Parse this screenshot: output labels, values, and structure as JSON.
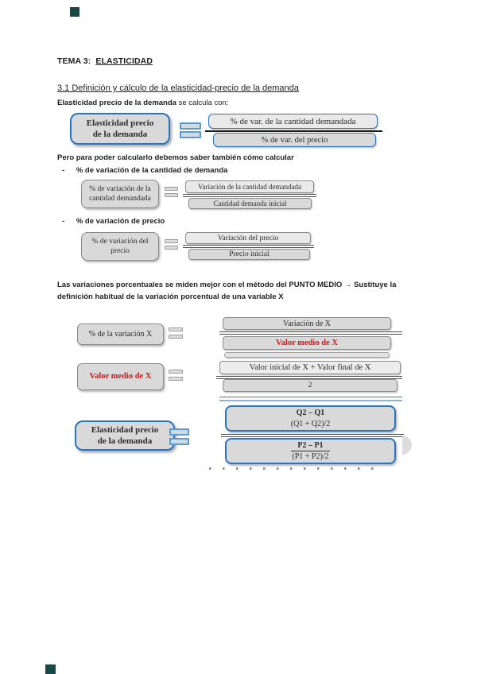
{
  "colors": {
    "accent_blue": "#2776c6",
    "box_gray": "#d9d9d9",
    "highlight_red": "#e01010",
    "corner_teal": "#174a45"
  },
  "header": {
    "course_title_prefix": "TEMA 3:",
    "course_title_topic": "ELASTICIDAD",
    "section_heading": "3.1 Definición y cálculo de la elasticidad-precio de la demanda",
    "intro_bold": "Elasticidad precio de la demanda",
    "intro_rest": " se calcula con:"
  },
  "body": {
    "connector_text": "Pero para poder calcularlo debemos saber también cómo calcular",
    "bullet_dash": "-",
    "bullets": [
      "% de variación de la cantidad de demanda",
      "% de variación de precio"
    ],
    "midpoint_note_line1": "Las variaciones porcentuales se miden mejor con el método del PUNTO MEDIO → Sustituye la",
    "midpoint_note_line2": "definición habitual de la variación porcentual de una variable X"
  },
  "formulas": {
    "elasticity_demand": {
      "concept_line1": "Elasticidad precio",
      "concept_line2": "de la demanda",
      "numerator": "% de var. de la cantidad demandada",
      "denominator": "% de var. del precio"
    },
    "pct_var_quantity": {
      "concept_line1": "% de variación de la",
      "concept_line2": "cantidad demandada",
      "numerator": "Variación de la cantidad demandada",
      "denominator": "Cantidad demanda inicial"
    },
    "pct_var_price": {
      "concept_line1": "% de variación del",
      "concept_line2": "precio",
      "numerator": "Variación del precio",
      "denominator": "Precio inicial"
    },
    "pct_var_x": {
      "concept": "% de la variación X",
      "numerator": "Variación de X",
      "denominator": "Valor medio de X"
    },
    "mean_value_x": {
      "concept": "Valor medio de X",
      "numerator": "Valor inicial de X + Valor final de X",
      "denominator": "2"
    },
    "elasticity_midpoint": {
      "concept_line1": "Elasticidad precio",
      "concept_line2": "de la demanda",
      "numerator_top": "Q2 – Q1",
      "numerator_bottom": "(Q1 + Q2)/2",
      "denominator_top": "P2 – P1",
      "denominator_bottom": "(P1 + P2)/2"
    }
  }
}
